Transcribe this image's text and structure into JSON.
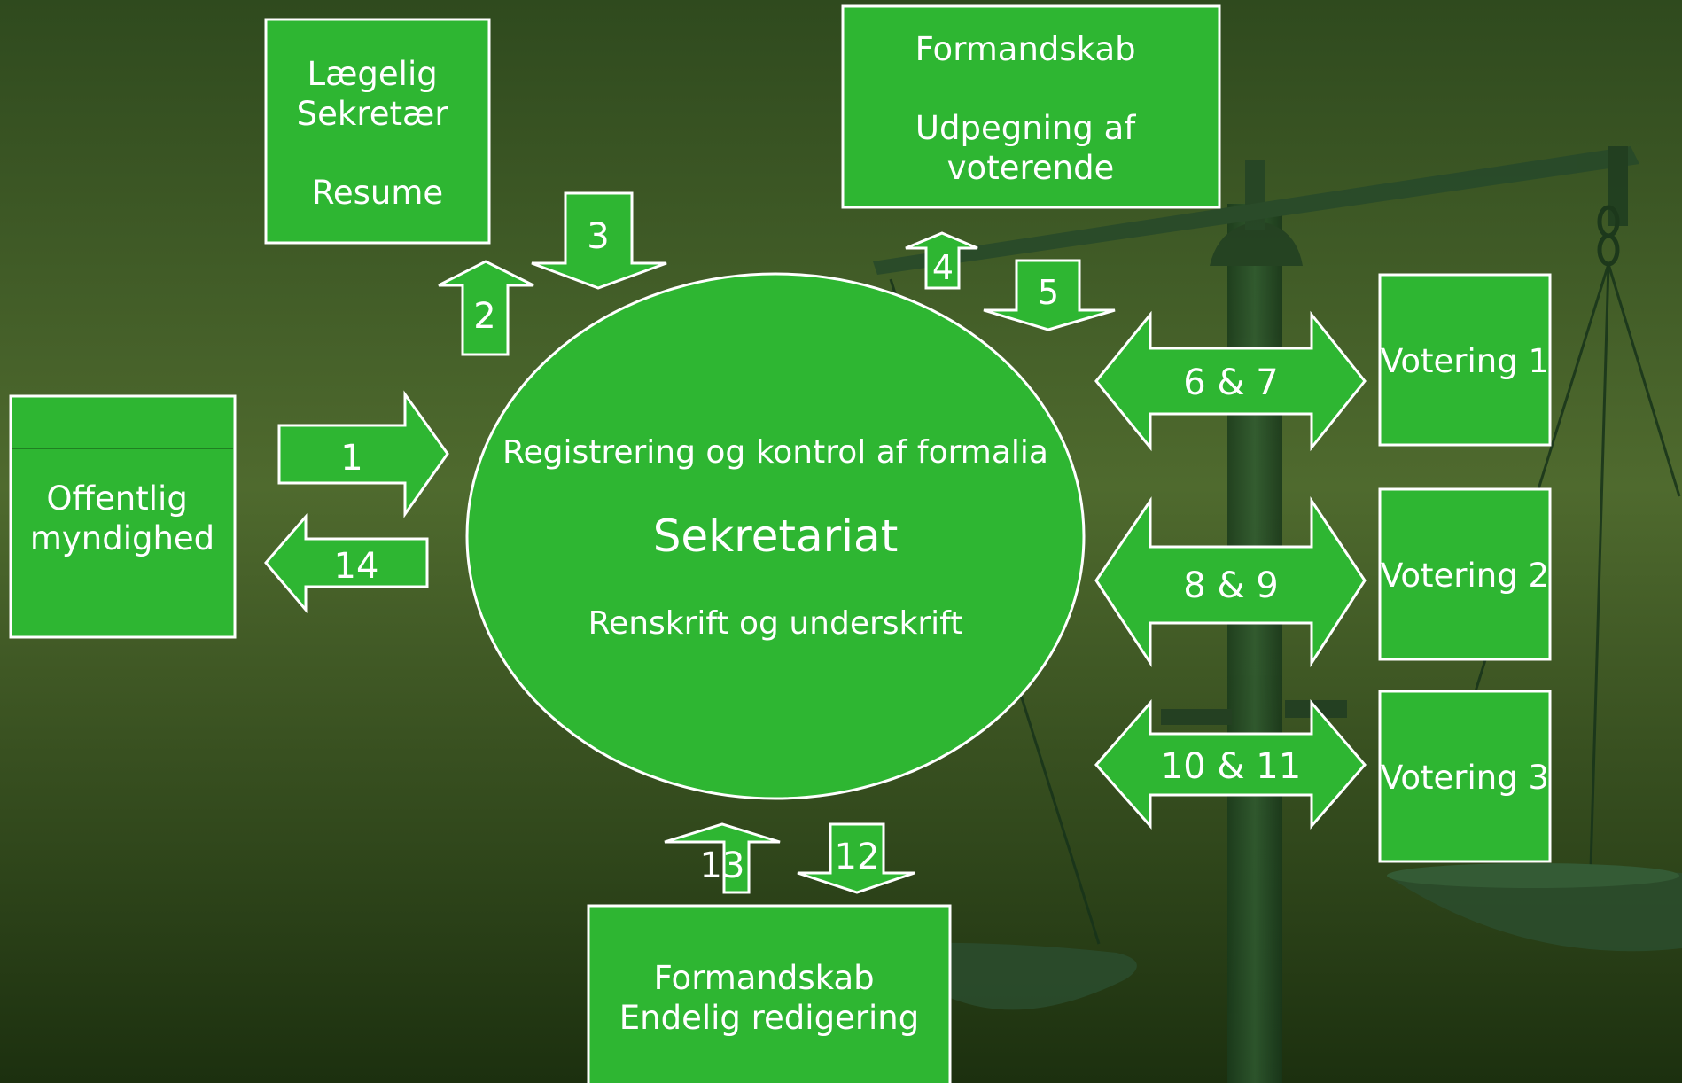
{
  "colors": {
    "box_fill": "#2eb632",
    "stroke": "#ffffff",
    "background_top": "#2f4a1e",
    "background_mid": "#4f6a2e",
    "background_bottom": "#1c300f",
    "scale": "#1f3f20"
  },
  "center": {
    "title": "Sekretariat",
    "top_text": "Registrering og kontrol af formalia",
    "bottom_text": "Renskrift og underskrift"
  },
  "boxes": {
    "offentlig": [
      "Offentlig",
      "myndighed"
    ],
    "laegelig": [
      "Lægelig",
      "Sekretær",
      "",
      "Resume"
    ],
    "formandskab_top": [
      "Formandskab",
      "",
      "Udpegning af",
      "voterende"
    ],
    "formandskab_bottom": [
      "Formandskab",
      "Endelig redigering"
    ],
    "votering_1": "Votering 1",
    "votering_2": "Votering 2",
    "votering_3": "Votering 3"
  },
  "arrows": {
    "a1": "1",
    "a2": "2",
    "a3": "3",
    "a4": "4",
    "a5": "5",
    "a6_7": "6 & 7",
    "a8_9": "8 & 9",
    "a10_11": "10 & 11",
    "a12": "12",
    "a13": "13",
    "a14": "14"
  }
}
